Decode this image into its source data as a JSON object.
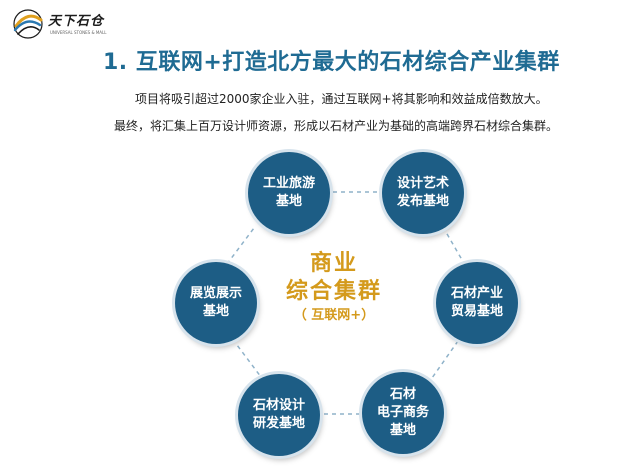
{
  "logo": {
    "text": "天下石仓",
    "subtext": "UNIVERSAL STONES & MALL"
  },
  "title": "1. 互联网+打造北方最大的石材综合产业集群",
  "description": {
    "line1": "项目将吸引超过2000家企业入驻，通过互联网+将其影响和效益成倍数放大。",
    "line2": "最终，将汇集上百万设计师资源，形成以石材产业为基础的高端跨界石材综合集群。"
  },
  "center": {
    "line1": "商业",
    "line2": "综合集群",
    "line3": "（ 互联网+）"
  },
  "nodes": [
    {
      "id": "tourism",
      "lines": [
        "工业旅游",
        "基地"
      ]
    },
    {
      "id": "design-art",
      "lines": [
        "设计艺术",
        "发布基地"
      ]
    },
    {
      "id": "trade",
      "lines": [
        "石材产业",
        "贸易基地"
      ]
    },
    {
      "id": "ecommerce",
      "lines": [
        "石材",
        "电子商务",
        "基地"
      ]
    },
    {
      "id": "rnd",
      "lines": [
        "石材设计",
        "研发基地"
      ]
    },
    {
      "id": "exhibition",
      "lines": [
        "展览展示",
        "基地"
      ]
    }
  ],
  "colors": {
    "node_fill": "#1d5d85",
    "title": "#1f6b93",
    "center_text": "#d49a1c",
    "connector": "#8fb2c9"
  }
}
